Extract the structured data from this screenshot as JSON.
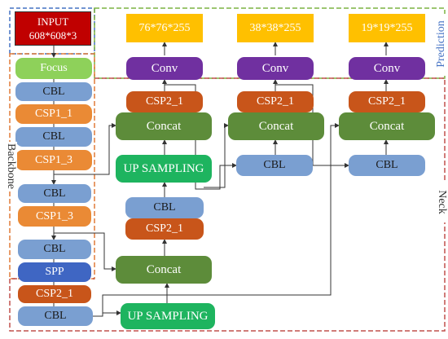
{
  "input": {
    "line1": "INPUT",
    "line2": "608*608*3"
  },
  "backbone": {
    "label": "Backbone",
    "blocks": [
      "Focus",
      "CBL",
      "CSP1_1",
      "CBL",
      "CSP1_3",
      "CBL",
      "CSP1_3",
      "CBL",
      "SPP"
    ]
  },
  "neck": {
    "label": "Neck",
    "bottom": {
      "csp": "CSP2_1",
      "cbl": "CBL",
      "up": "UP SAMPLING"
    },
    "mid": {
      "concat": "Concat",
      "csp": "CSP2_1",
      "cbl": "CBL"
    },
    "col1": {
      "up": "UP SAMPLING",
      "concat": "Concat",
      "csp": "CSP2_1"
    },
    "col2": {
      "cbl": "CBL",
      "concat": "Concat",
      "csp": "CSP2_1"
    },
    "col3": {
      "cbl": "CBL",
      "concat": "Concat",
      "csp": "CSP2_1"
    }
  },
  "prediction": {
    "label": "Prediction",
    "outputs": [
      "76*76*255",
      "38*38*255",
      "19*19*255"
    ],
    "conv": [
      "Conv",
      "Conv",
      "Conv"
    ]
  },
  "colors": {
    "input": "#c00000",
    "focus": "#8ed15a",
    "cbl": "#7a9fd1",
    "csp1": "#ea8a35",
    "csp2": "#c8551a",
    "spp": "#3f66c3",
    "concat": "#5d8c3a",
    "upsampling": "#1eb45f",
    "conv": "#7030a0",
    "output": "#ffc000",
    "backbone_border": "#e07b39",
    "neck_border": "#c0504d",
    "prediction_border": "#7cb342",
    "input_border": "#4472c4"
  }
}
